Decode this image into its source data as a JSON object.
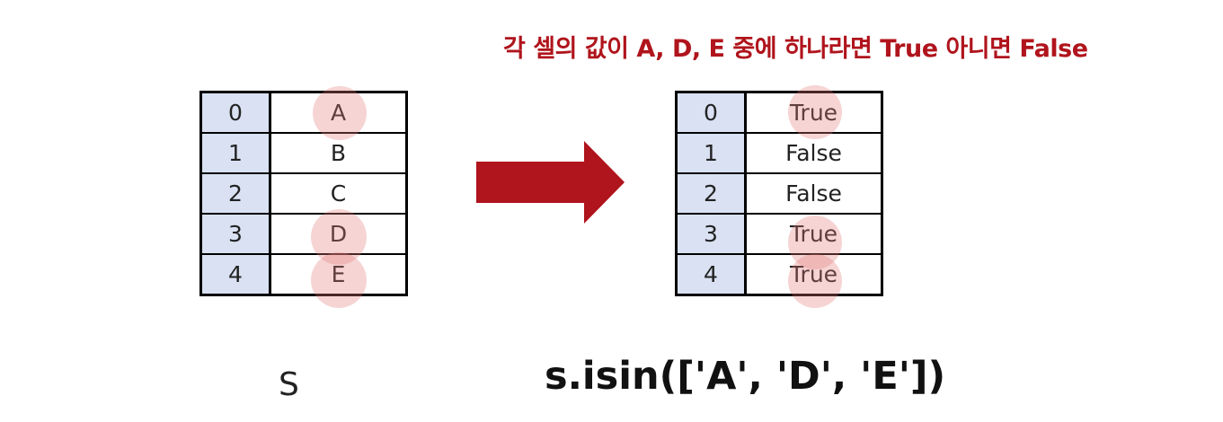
{
  "headline": "각 셀의 값이 A, D, E 중에 하나라면 True 아니면 False",
  "left_series": {
    "caption": "S",
    "rows": [
      {
        "index": "0",
        "value": "A",
        "highlighted": true
      },
      {
        "index": "1",
        "value": "B",
        "highlighted": false
      },
      {
        "index": "2",
        "value": "C",
        "highlighted": false
      },
      {
        "index": "3",
        "value": "D",
        "highlighted": true
      },
      {
        "index": "4",
        "value": "E",
        "highlighted": true
      }
    ]
  },
  "right_series": {
    "caption": "s.isin(['A', 'D', 'E'])",
    "rows": [
      {
        "index": "0",
        "value": "True",
        "highlighted": true
      },
      {
        "index": "1",
        "value": "False",
        "highlighted": false
      },
      {
        "index": "2",
        "value": "False",
        "highlighted": false
      },
      {
        "index": "3",
        "value": "True",
        "highlighted": true
      },
      {
        "index": "4",
        "value": "True",
        "highlighted": true
      }
    ]
  },
  "colors": {
    "accent_red": "#b0141c",
    "index_fill": "#d9e1f2",
    "highlight": "#e27878"
  }
}
